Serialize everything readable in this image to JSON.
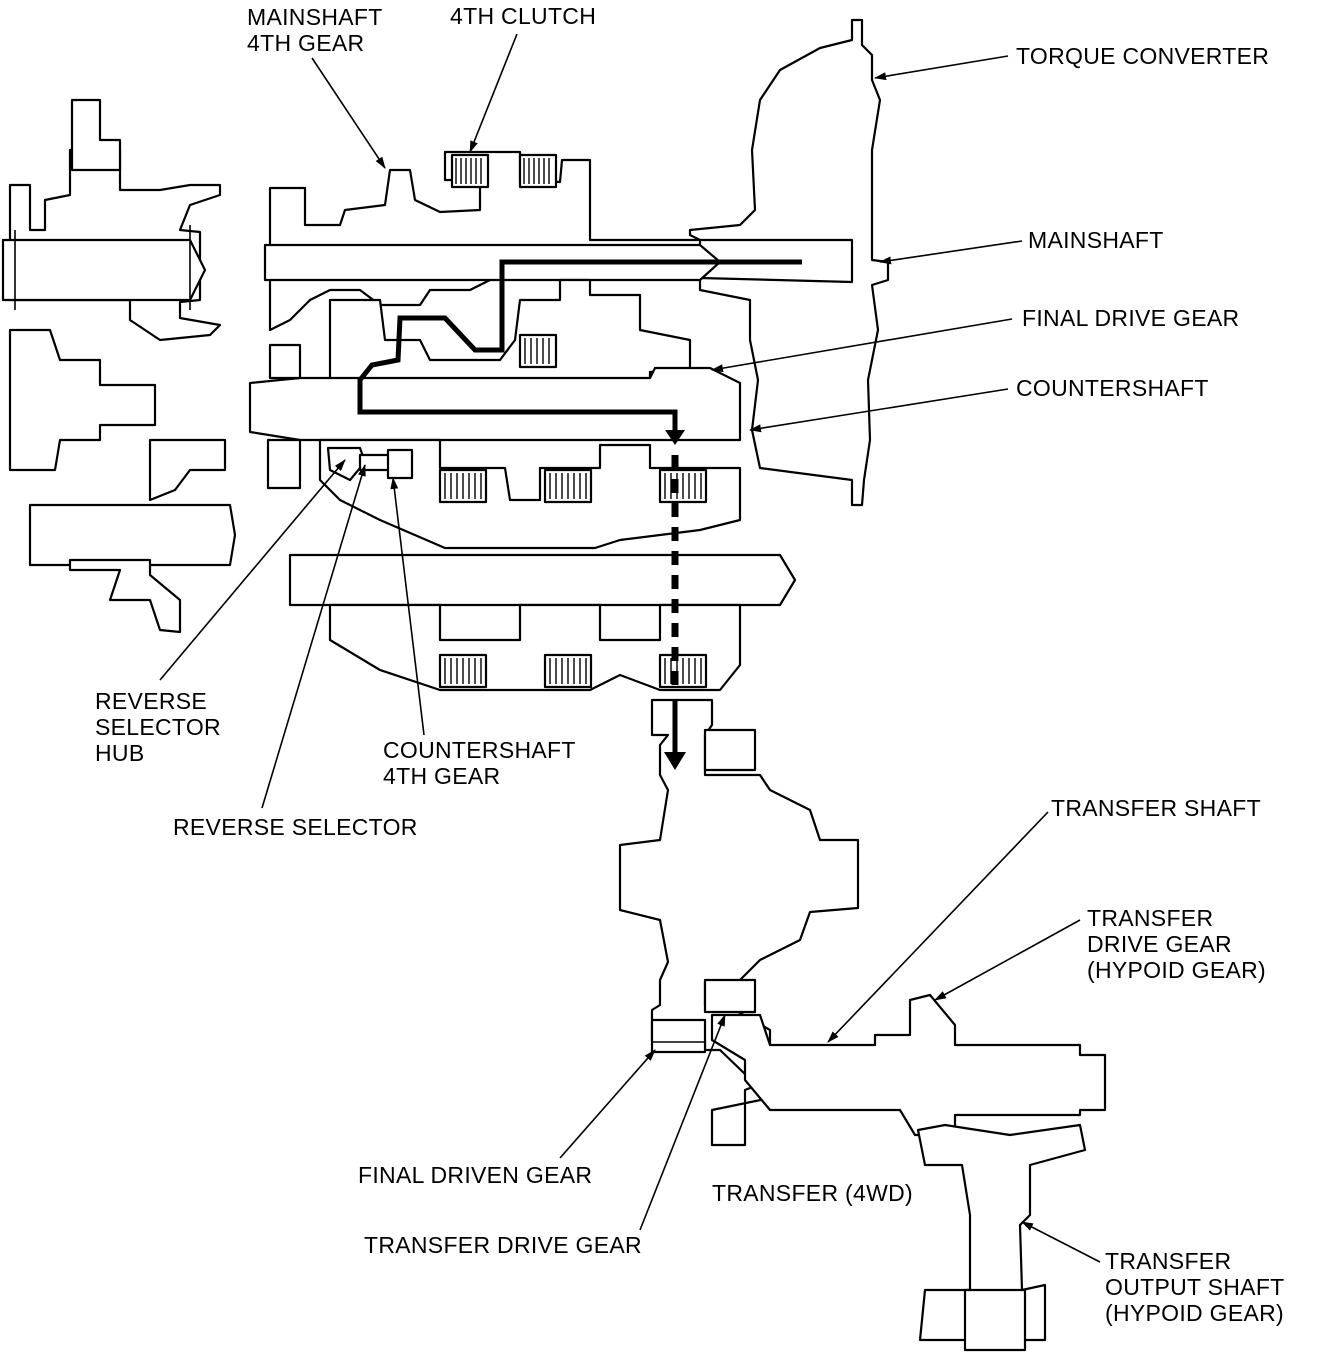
{
  "labels": {
    "mainshaft_4th_gear": "MAINSHAFT\n4TH GEAR",
    "fourth_clutch": "4TH CLUTCH",
    "torque_converter": "TORQUE CONVERTER",
    "mainshaft": "MAINSHAFT",
    "final_drive_gear": "FINAL DRIVE GEAR",
    "countershaft": "COUNTERSHAFT",
    "reverse_selector_hub": "REVERSE\nSELECTOR\nHUB",
    "countershaft_4th_gear": "COUNTERSHAFT\n4TH GEAR",
    "reverse_selector": "REVERSE SELECTOR",
    "transfer_shaft": "TRANSFER SHAFT",
    "transfer_drive_gear_hypoid": "TRANSFER\nDRIVE GEAR\n(HYPOID GEAR)",
    "final_driven_gear": "FINAL DRIVEN GEAR",
    "transfer_4wd": "TRANSFER (4WD)",
    "transfer_drive_gear": "TRANSFER DRIVE GEAR",
    "transfer_output_shaft": "TRANSFER\nOUTPUT SHAFT\n(HYPOID GEAR)"
  }
}
